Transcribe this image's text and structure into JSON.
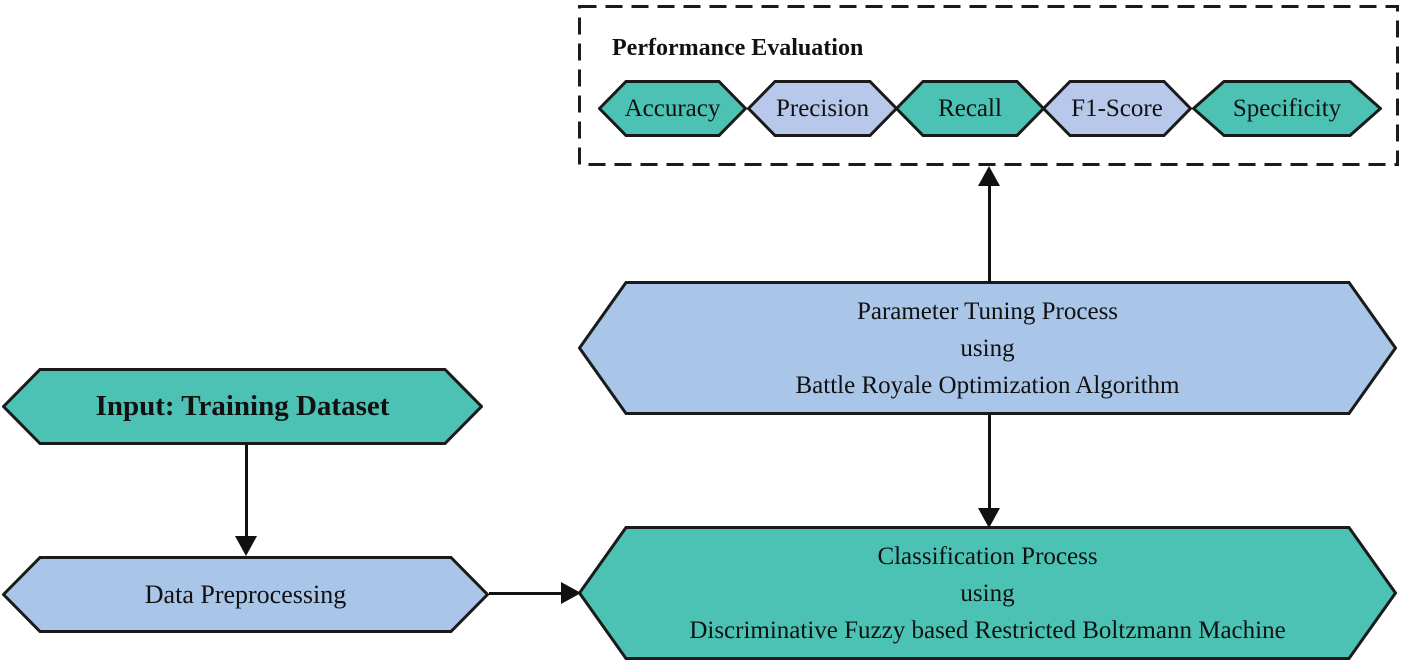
{
  "colors": {
    "teal": "#4cc2b4",
    "blue_large": "#a9c5e8",
    "blue_small": "#b7c8ea",
    "outline": "#1a1a1a"
  },
  "performance": {
    "title": "Performance Evaluation",
    "metrics": [
      {
        "label": "Accuracy",
        "color": "teal"
      },
      {
        "label": "Precision",
        "color": "blue_small"
      },
      {
        "label": "Recall",
        "color": "teal"
      },
      {
        "label": "F1-Score",
        "color": "blue_small"
      },
      {
        "label": "Specificity",
        "color": "teal"
      }
    ]
  },
  "nodes": {
    "parameter_tuning": {
      "lines": [
        "Parameter Tuning Process",
        "using",
        "Battle Royale Optimization Algorithm"
      ]
    },
    "input": {
      "label": "Input: Training Dataset"
    },
    "preprocessing": {
      "label": "Data Preprocessing"
    },
    "classification": {
      "lines": [
        "Classification Process",
        "using",
        "Discriminative Fuzzy based Restricted Boltzmann Machine"
      ]
    }
  }
}
